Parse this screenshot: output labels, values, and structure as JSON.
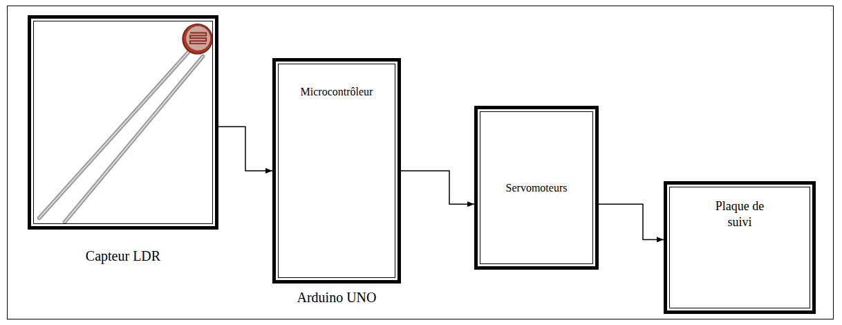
{
  "diagram": {
    "nodes": [
      {
        "text": [
          "Capteur LDR"
        ]
      },
      {
        "text": [
          "Microcontrôleur",
          "Arduino UNO"
        ]
      },
      {
        "text": [
          "Servomoteurs"
        ]
      },
      {
        "text": [
          "Plaque de suivi"
        ]
      }
    ],
    "edges": [
      {
        "from": 0,
        "to": 1,
        "arrow": "to"
      },
      {
        "from": 1,
        "to": 2,
        "arrow": "to"
      },
      {
        "from": 2,
        "to": 3,
        "arrow": "to"
      }
    ]
  }
}
